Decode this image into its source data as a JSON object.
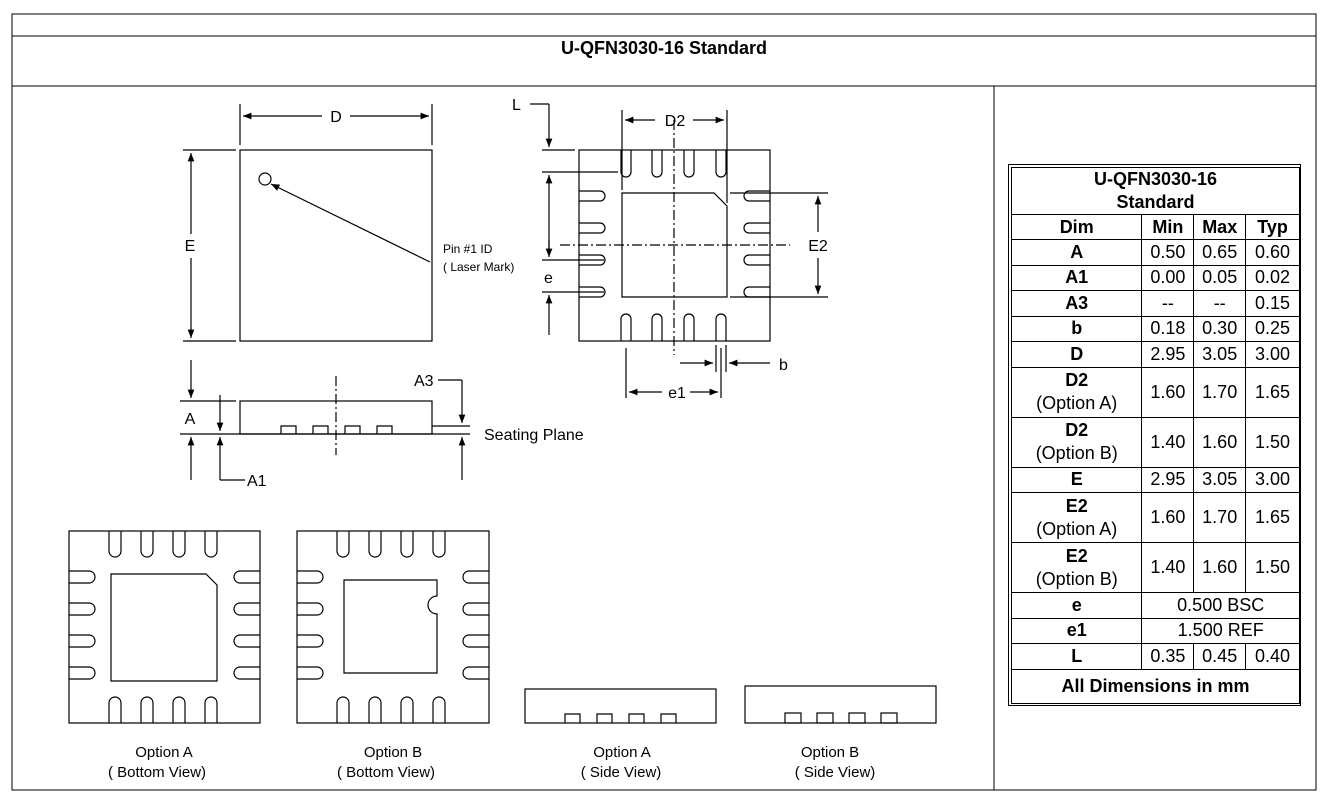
{
  "title": "U-QFN3030-16 Standard",
  "drawing": {
    "dim_D": "D",
    "dim_E": "E",
    "dim_D2": "D2",
    "dim_E2": "E2",
    "dim_L": "L",
    "dim_e": "e",
    "dim_e1": "e1",
    "dim_b": "b",
    "dim_A": "A",
    "dim_A1": "A1",
    "dim_A3": "A3",
    "pin1_line1": "Pin #1 ID",
    "pin1_line2": "( Laser Mark)",
    "seating_plane": "Seating Plane"
  },
  "options": [
    {
      "name": "Option A",
      "view": "( Bottom View)"
    },
    {
      "name": "Option B",
      "view": "( Bottom View)"
    },
    {
      "name": "Option A",
      "view": "( Side View)"
    },
    {
      "name": "Option B",
      "view": "( Side View)"
    }
  ],
  "table": {
    "title_line1": "U-QFN3030-16",
    "title_line2": "Standard",
    "headers": [
      "Dim",
      "Min",
      "Max",
      "Typ"
    ],
    "rows": [
      {
        "dim": "A",
        "sub": "",
        "min": "0.50",
        "max": "0.65",
        "typ": "0.60"
      },
      {
        "dim": "A1",
        "sub": "",
        "min": "0.00",
        "max": "0.05",
        "typ": "0.02"
      },
      {
        "dim": "A3",
        "sub": "",
        "min": "--",
        "max": "--",
        "typ": "0.15"
      },
      {
        "dim": "b",
        "sub": "",
        "min": "0.18",
        "max": "0.30",
        "typ": "0.25"
      },
      {
        "dim": "D",
        "sub": "",
        "min": "2.95",
        "max": "3.05",
        "typ": "3.00"
      },
      {
        "dim": "D2",
        "sub": "(Option A)",
        "min": "1.60",
        "max": "1.70",
        "typ": "1.65"
      },
      {
        "dim": "D2",
        "sub": "(Option B)",
        "min": "1.40",
        "max": "1.60",
        "typ": "1.50"
      },
      {
        "dim": "E",
        "sub": "",
        "min": "2.95",
        "max": "3.05",
        "typ": "3.00"
      },
      {
        "dim": "E2",
        "sub": "(Option A)",
        "min": "1.60",
        "max": "1.70",
        "typ": "1.65"
      },
      {
        "dim": "E2",
        "sub": "(Option B)",
        "min": "1.40",
        "max": "1.60",
        "typ": "1.50"
      }
    ],
    "span_rows": [
      {
        "dim": "e",
        "value": "0.500 BSC"
      },
      {
        "dim": "e1",
        "value": "1.500 REF"
      }
    ],
    "last_row": {
      "dim": "L",
      "min": "0.35",
      "max": "0.45",
      "typ": "0.40"
    },
    "footer": "All Dimensions in mm"
  }
}
